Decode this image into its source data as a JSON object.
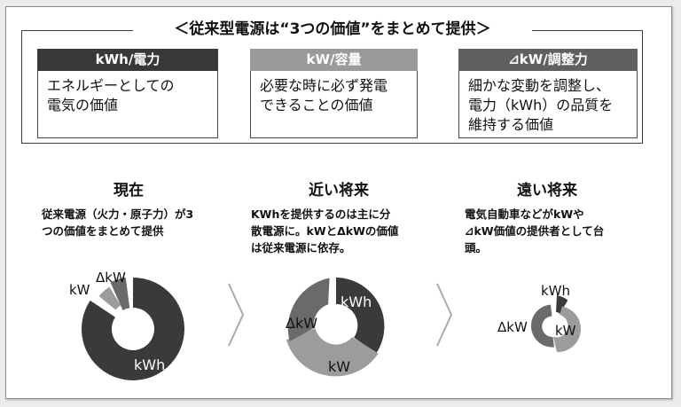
{
  "title": "＜従来型電源は“3つの価値”をまとめて提供＞",
  "values": [
    {
      "header": "kWh/電力",
      "lines": [
        "エネルギーとしての",
        "電気の価値"
      ],
      "header_bg": "#383838",
      "header_fg": "#ffffff"
    },
    {
      "header": "kW/容量",
      "lines": [
        "必要な時に必ず発電",
        "できることの価値"
      ],
      "header_bg": "#9a9a9a",
      "header_fg": "#ffffff"
    },
    {
      "header": "⊿kW/調整力",
      "lines": [
        "細かな変動を調整し、",
        "電力（kWh）の品質を",
        "維持する価値"
      ],
      "header_bg": "#606060",
      "header_fg": "#ffffff"
    }
  ],
  "columns": [
    {
      "title": "現在",
      "desc": [
        "従来電源（火力・原子力）が3",
        "つの価値をまとめて提供"
      ]
    },
    {
      "title": "近い将来",
      "desc": [
        "KWhを提供するのは主に分",
        "散電源に。kWとΔkWの価値",
        "は従来電源に依存。"
      ]
    },
    {
      "title": "遠い将来",
      "desc": [
        "電気自動車などがkWや",
        "⊿kW価値の提供者として台",
        "頭。"
      ]
    }
  ],
  "donut_labels": {
    "now": {
      "kwh": "kWh",
      "kw": "kW",
      "dkw": "ΔkW"
    },
    "near": {
      "kwh": "kWh",
      "kw": "kW",
      "dkw": "ΔkW"
    },
    "far": {
      "kwh": "kWh",
      "kw": "kW",
      "dkw": "ΔkW"
    }
  },
  "colors": {
    "kwh": "#3a3a3a",
    "kw": "#9c9c9c",
    "dkw": "#6a6a6a",
    "arrow": "#aaaaaa"
  }
}
